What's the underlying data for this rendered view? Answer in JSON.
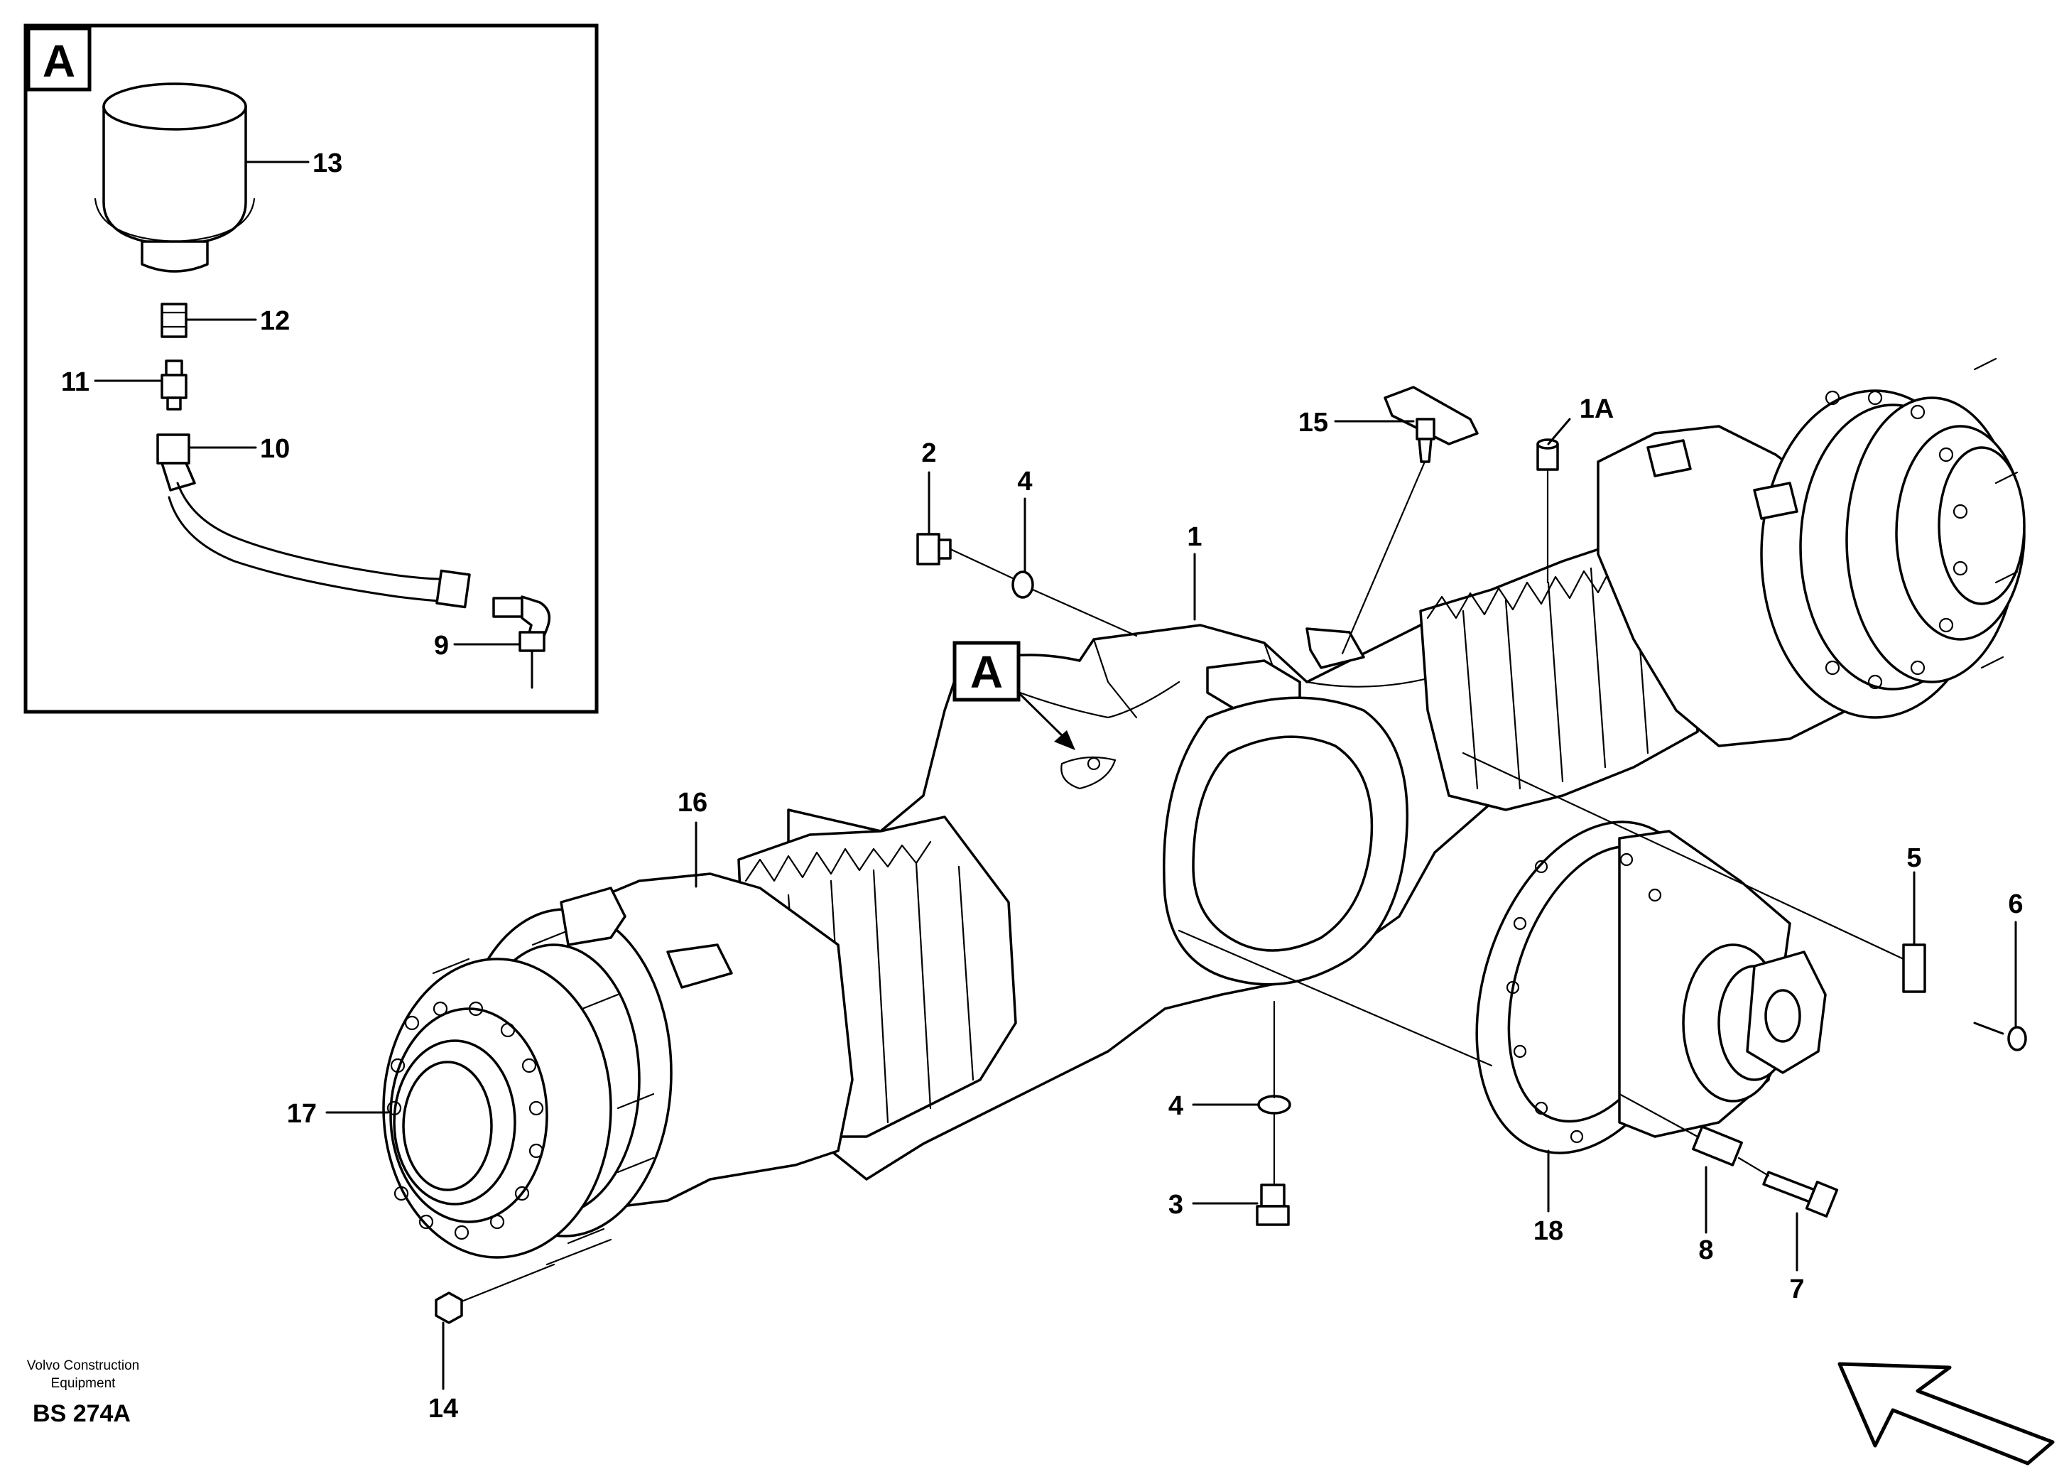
{
  "inset": {
    "letter": "A"
  },
  "main_letter": "A",
  "callouts": {
    "p1": "1",
    "p1A": "1A",
    "p2": "2",
    "p3": "3",
    "p4_top": "4",
    "p4_bottom": "4",
    "p5": "5",
    "p6": "6",
    "p7": "7",
    "p8": "8",
    "p9": "9",
    "p10": "10",
    "p11": "11",
    "p12": "12",
    "p13": "13",
    "p14": "14",
    "p15": "15",
    "p16": "16",
    "p17": "17",
    "p18": "18"
  },
  "footer": {
    "line1": "Volvo Construction",
    "line2": "Equipment",
    "code": "BS 274A"
  }
}
